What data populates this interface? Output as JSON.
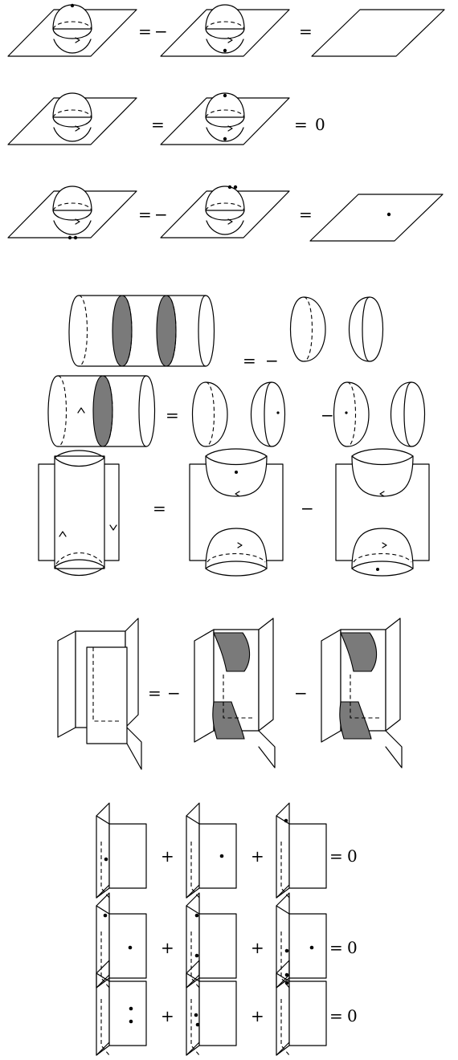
{
  "symbols": {
    "equals": "=",
    "minus": "−",
    "plus": "+",
    "zero": "0"
  },
  "relations": [
    {
      "id": "relation-1",
      "terms": [
        "sphere-in-plane",
        "sphere-in-plane",
        "plane"
      ],
      "result": "plane"
    },
    {
      "id": "relation-2",
      "terms": [
        "sphere-in-plane",
        "sphere-in-plane"
      ],
      "result": "0"
    },
    {
      "id": "relation-3",
      "terms": [
        "sphere-in-plane",
        "sphere-in-plane",
        "plane-with-dot"
      ],
      "result": "plane-with-dot"
    },
    {
      "id": "relation-4",
      "terms": [
        "cylinder-two-disks",
        "hemisphere-pair"
      ]
    },
    {
      "id": "relation-5",
      "terms": [
        "cylinder-one-disk",
        "hemisphere-pair",
        "hemisphere-pair"
      ]
    },
    {
      "id": "relation-6",
      "terms": [
        "saddle",
        "saddle-split",
        "saddle-split"
      ]
    },
    {
      "id": "relation-7",
      "terms": [
        "three-sheets",
        "three-sheets-shaded",
        "three-sheets-shaded"
      ]
    },
    {
      "id": "relation-8",
      "terms": [
        "foam-dotted",
        "foam-dotted",
        "foam-dotted"
      ],
      "result": "0"
    },
    {
      "id": "relation-9",
      "terms": [
        "foam-dotted",
        "foam-dotted",
        "foam-dotted"
      ],
      "result": "0"
    },
    {
      "id": "relation-10",
      "terms": [
        "foam-dotted",
        "foam-dotted",
        "foam-dotted"
      ],
      "result": "0"
    }
  ]
}
